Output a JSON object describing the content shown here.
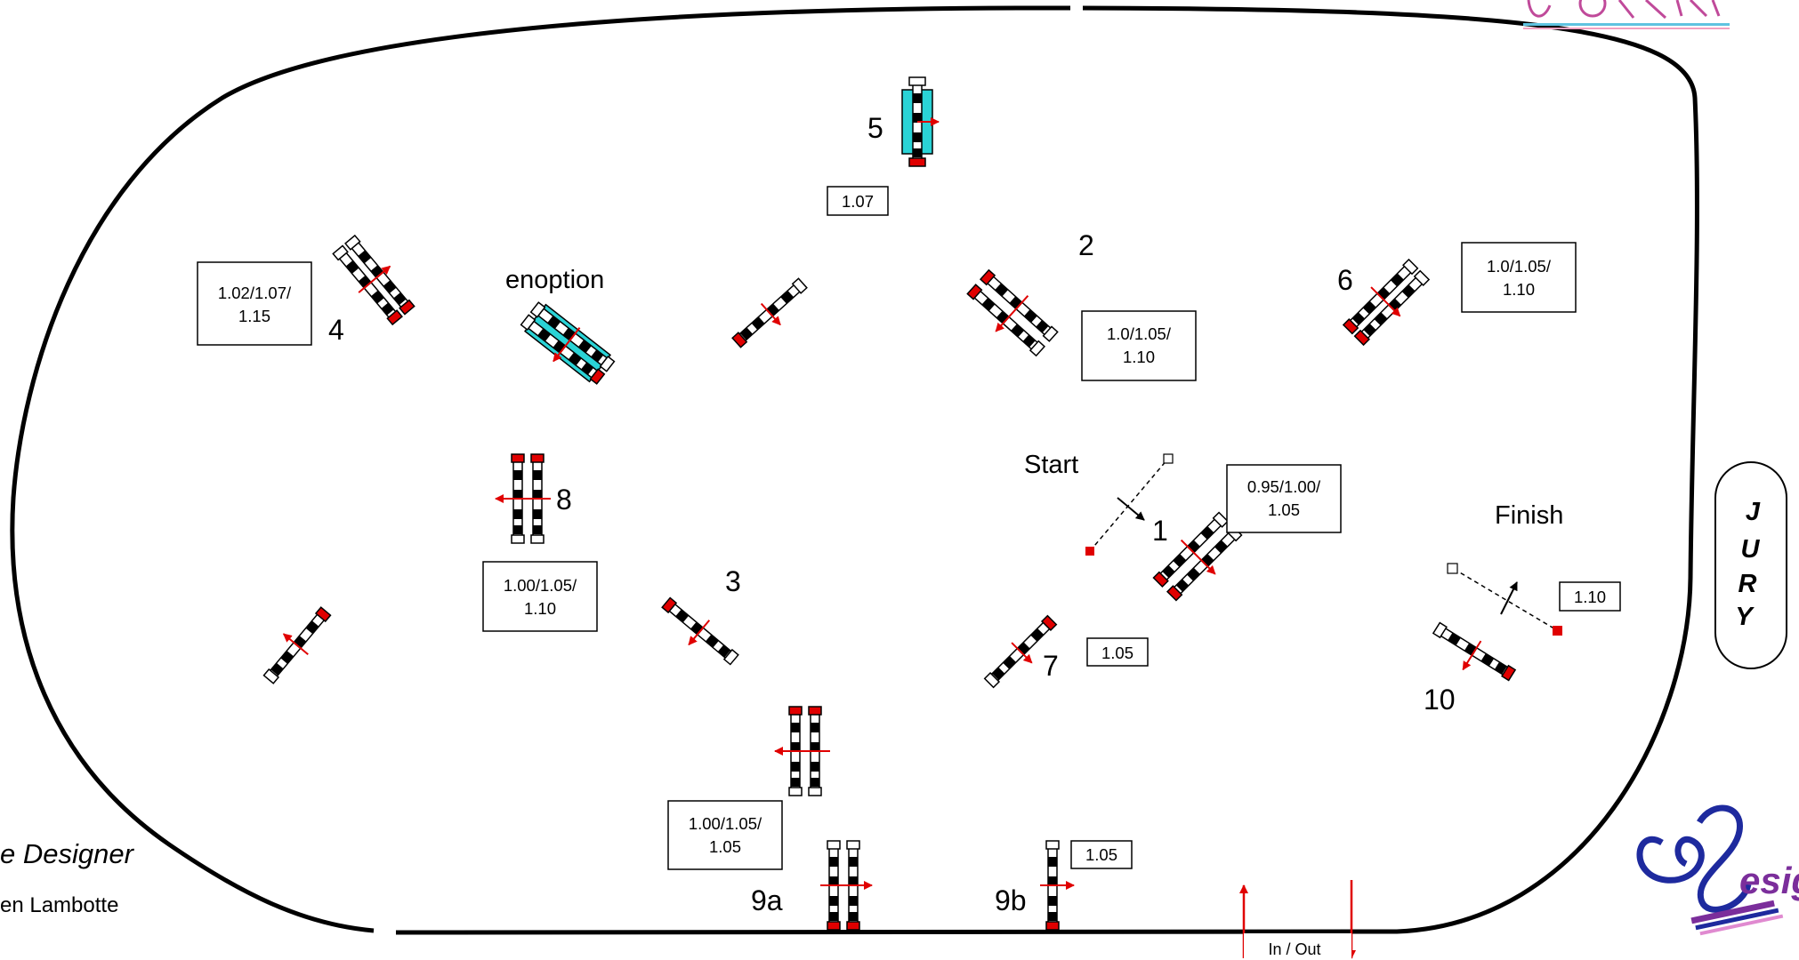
{
  "jumps": [
    {
      "id": "j1",
      "label": "1",
      "type": "oxer",
      "heights": "0.95/1.00/\n1.05"
    },
    {
      "id": "j2",
      "label": "2",
      "type": "oxer",
      "heights": "1.0/1.05/\n1.10"
    },
    {
      "id": "j3",
      "label": "3",
      "type": "vertical",
      "heights": ""
    },
    {
      "id": "j4",
      "label": "4",
      "type": "oxer",
      "heights": "1.02/1.07/\n1.15"
    },
    {
      "id": "j5",
      "label": "5",
      "type": "water-vertical",
      "heights": "1.07"
    },
    {
      "id": "j6",
      "label": "6",
      "type": "oxer",
      "heights": "1.0/1.05/\n1.10"
    },
    {
      "id": "j7",
      "label": "7",
      "type": "vertical",
      "heights": "1.05"
    },
    {
      "id": "j8",
      "label": "8",
      "type": "oxer",
      "heights": "1.00/1.05/\n1.10"
    },
    {
      "id": "j9a",
      "label": "9a",
      "type": "oxer",
      "heights": "1.00/1.05/\n1.05"
    },
    {
      "id": "j9b",
      "label": "9b",
      "type": "vertical",
      "heights": "1.05"
    },
    {
      "id": "j10",
      "label": "10",
      "type": "vertical",
      "heights": "1.10"
    }
  ],
  "labels": {
    "option": "enoption",
    "start": "Start",
    "finish": "Finish",
    "in_out": "In / Out",
    "jury": [
      "J",
      "U",
      "R",
      "Y"
    ]
  },
  "credits": {
    "designer": "e Designer",
    "name": "en Lambotte"
  },
  "logo": {
    "brand_text": "esign",
    "color": "#7b2e9b",
    "top_right_color": "#c04a9a"
  },
  "colors": {
    "rail_dark": "#000000",
    "rail_light": "#ffffff",
    "stand_red": "#e00000",
    "water": "#2ad3d6",
    "arrow_red": "#e00000",
    "fence": "#000000"
  }
}
